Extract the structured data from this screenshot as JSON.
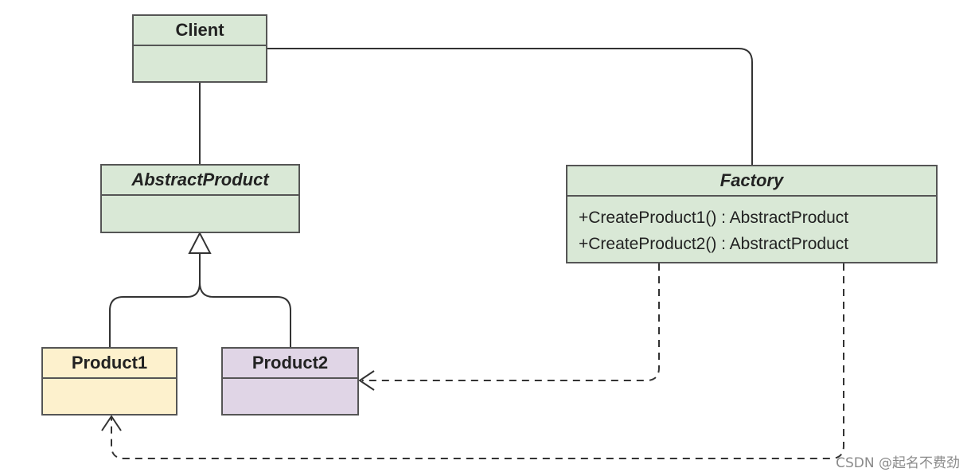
{
  "colors": {
    "green_fill": "#d9e8d6",
    "yellow_fill": "#fdf1cd",
    "purple_fill": "#e0d5e6",
    "border": "#555555",
    "line": "#333333"
  },
  "classes": {
    "client": {
      "name": "Client"
    },
    "abstract_product": {
      "name": "AbstractProduct",
      "italic": true
    },
    "factory": {
      "name": "Factory",
      "italic": true,
      "operations": [
        "+CreateProduct1() : AbstractProduct",
        "+CreateProduct2() : AbstractProduct"
      ]
    },
    "product1": {
      "name": "Product1"
    },
    "product2": {
      "name": "Product2"
    }
  },
  "relations": [
    {
      "from": "Client",
      "to": "AbstractProduct",
      "type": "association"
    },
    {
      "from": "Client",
      "to": "Factory",
      "type": "association"
    },
    {
      "from": "Product1",
      "to": "AbstractProduct",
      "type": "generalization"
    },
    {
      "from": "Product2",
      "to": "AbstractProduct",
      "type": "generalization"
    },
    {
      "from": "Factory",
      "to": "Product2",
      "type": "dependency"
    },
    {
      "from": "Factory",
      "to": "Product1",
      "type": "dependency"
    }
  ],
  "watermark": "CSDN @起名不费劲"
}
